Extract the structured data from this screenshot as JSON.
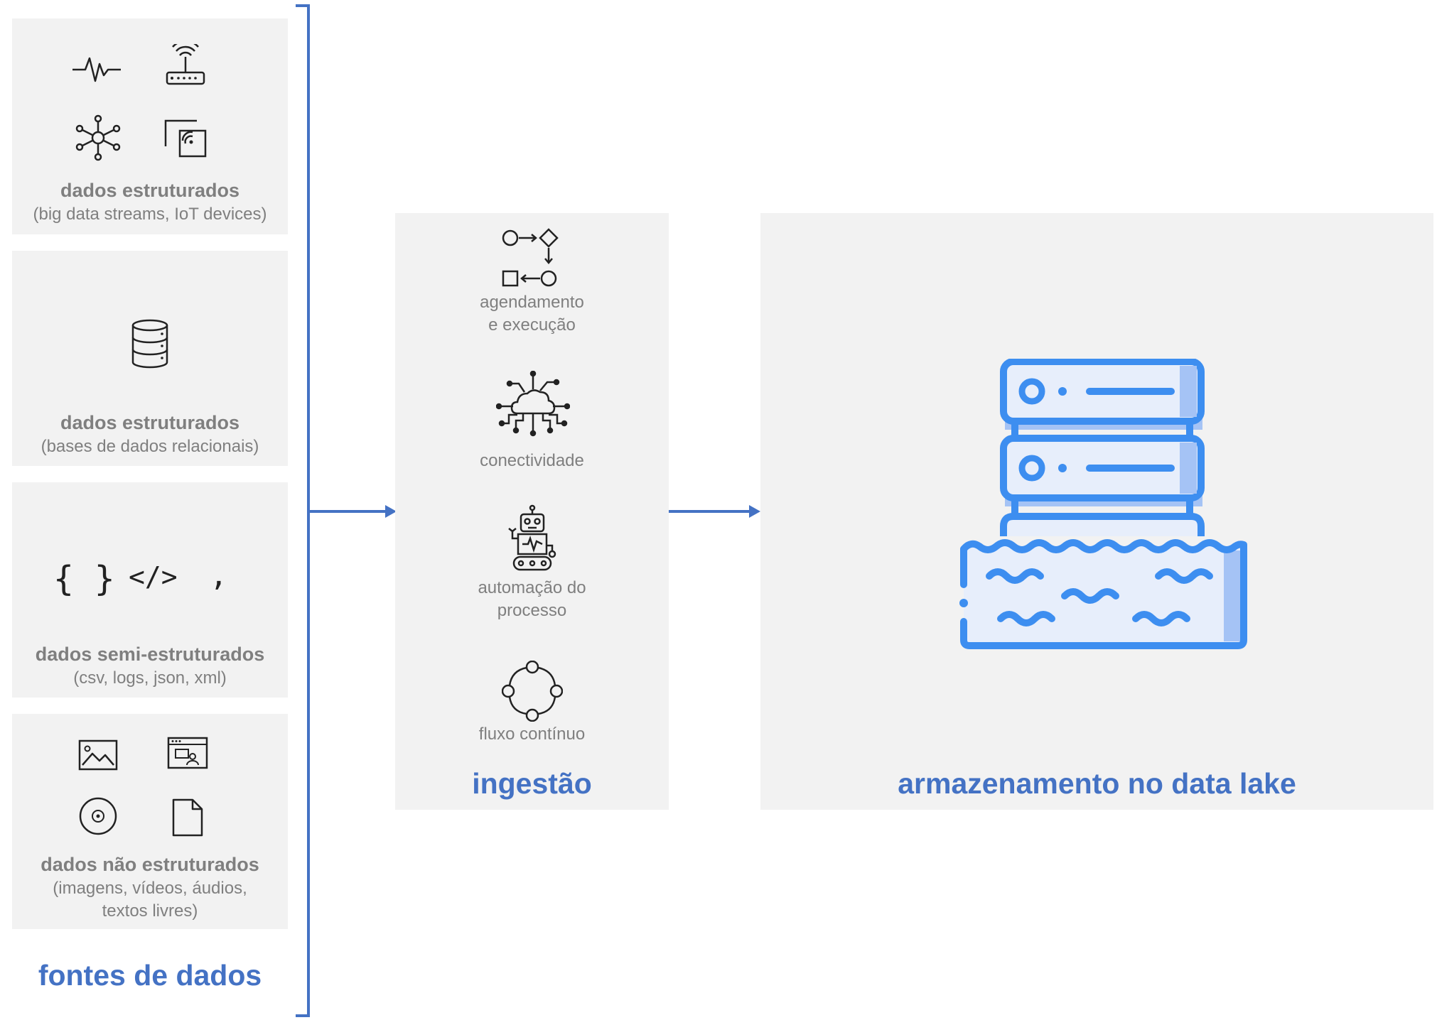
{
  "sources": {
    "label": "fontes de dados",
    "panels": [
      {
        "title": "dados estruturados",
        "desc": "(big data streams, IoT devices)",
        "icons": [
          "pulse-signal-icon",
          "wifi-router-icon",
          "network-hub-icon",
          "wireless-screen-icon"
        ]
      },
      {
        "title": "dados estruturados",
        "desc": "(bases de dados relacionais)",
        "icons": [
          "database-icon"
        ]
      },
      {
        "title": "dados semi-estruturados",
        "desc": "(csv, logs, json, xml)",
        "icons": [
          "json-braces-icon",
          "xml-code-icon",
          "csv-comma-icon"
        ],
        "glyphs": {
          "braces": "{ }",
          "code": "</>",
          "comma": ","
        }
      },
      {
        "title": "dados não estruturados",
        "desc_lines": [
          "(imagens, vídeos, áudios,",
          "textos livres)"
        ],
        "icons": [
          "image-icon",
          "video-player-icon",
          "audio-disc-icon",
          "text-document-icon"
        ]
      }
    ]
  },
  "ingestion": {
    "label": "ingestão",
    "items": [
      {
        "lines": [
          "agendamento",
          "e execução"
        ],
        "icon": "workflow-icon"
      },
      {
        "lines": [
          "conectividade"
        ],
        "icon": "cloud-network-icon"
      },
      {
        "lines": [
          "automação do",
          "processo"
        ],
        "icon": "robot-icon"
      },
      {
        "lines": [
          "fluxo contínuo"
        ],
        "icon": "cycle-flow-icon"
      }
    ]
  },
  "storage": {
    "label": "armazenamento no data lake",
    "icon": "data-lake-server-icon"
  },
  "colors": {
    "accent": "#4472c4",
    "panel_bg": "#f2f2f2",
    "text_gray": "#7f7f7f",
    "lake_blue": "#3d8ef0",
    "lake_fill": "#e7eefb",
    "lake_stripe": "#a5c3f5"
  }
}
